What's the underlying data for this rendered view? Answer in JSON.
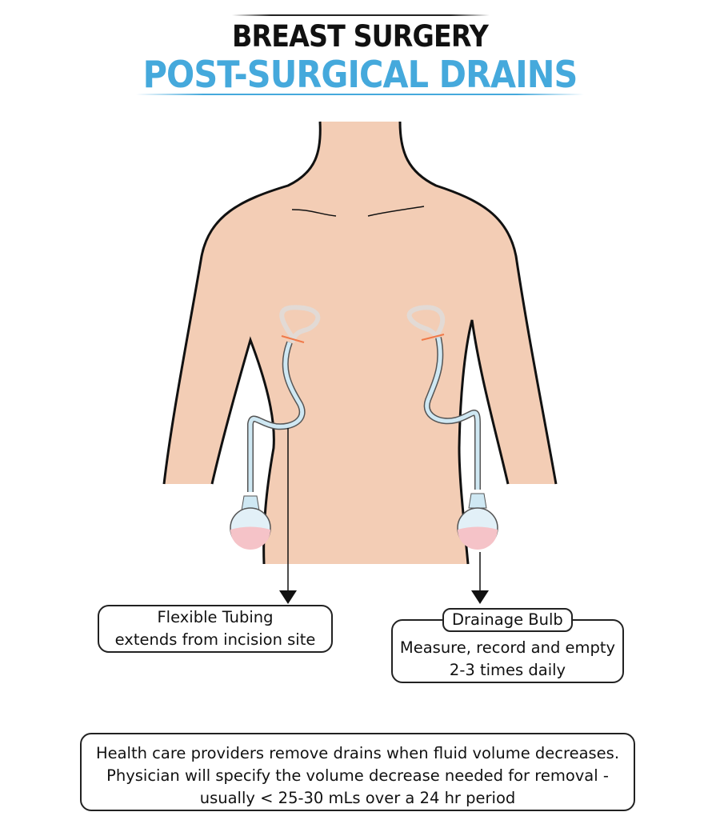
{
  "header": {
    "title": "BREAST SURGERY",
    "subtitle": "POST-SURGICAL DRAINS"
  },
  "labels": {
    "tubing": {
      "line1": "Flexible Tubing",
      "line2": "extends from incision site"
    },
    "bulb": {
      "title": "Drainage Bulb",
      "line1": "Measure, record and empty",
      "line2": "2-3 times daily"
    }
  },
  "note": {
    "line1": "Health care providers remove drains when fluid volume decreases.",
    "line2": "Physician will specify the volume decrease needed for removal -",
    "line3": "usually < 25-30 mLs over a 24 hr period"
  },
  "colors": {
    "skin": "#f3cdb5",
    "accent": "#45a9dc",
    "tube": "#cfe8f3",
    "fluid": "#f5c3c8"
  }
}
